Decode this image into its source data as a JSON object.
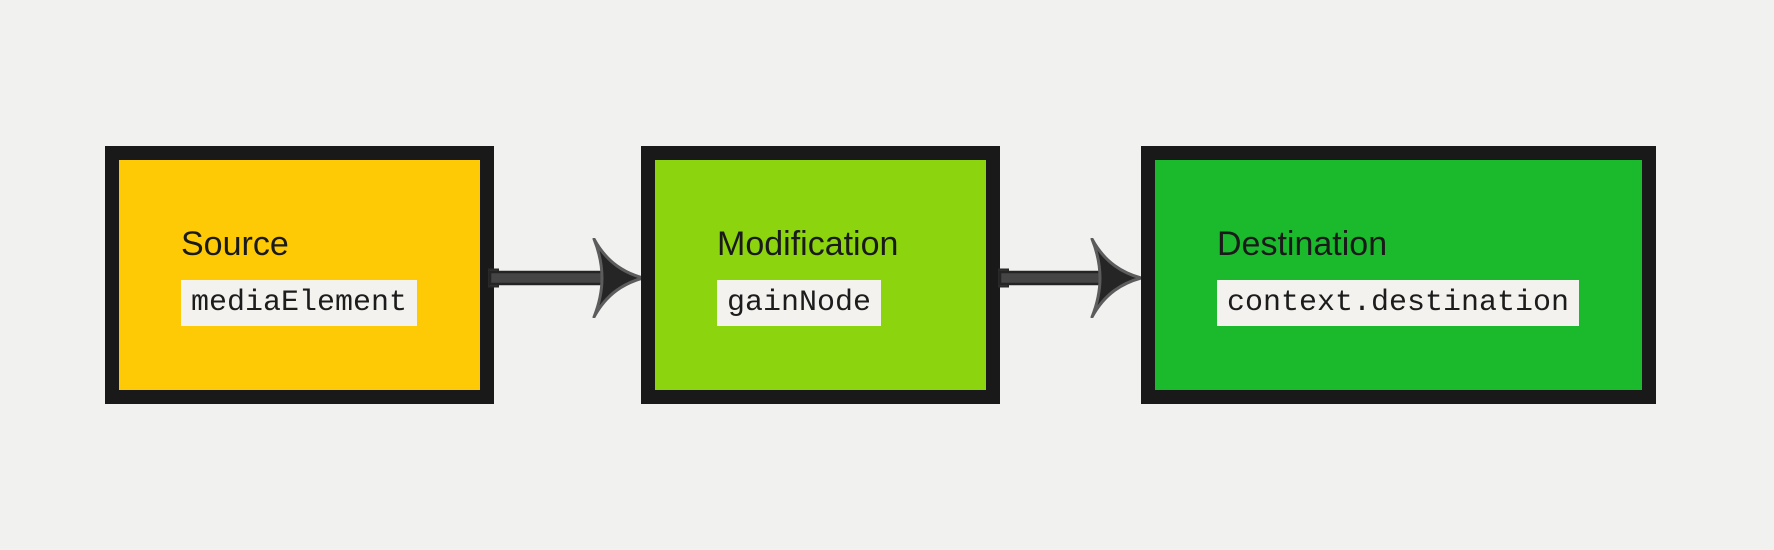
{
  "diagram": {
    "background_color": "#f1f1f0",
    "box_border_color": "#191919",
    "text_color": "#1a1a1a",
    "code_badge_background": "#f3f2ef",
    "arrow_shaft_color": "#454545",
    "arrow_head_color": "#252525",
    "arrow_outline_color": "#5c5c5c",
    "nodes": [
      {
        "label": "Source",
        "code": "mediaElement",
        "fill_color": "#fdca05"
      },
      {
        "label": "Modification",
        "code": "gainNode",
        "fill_color": "#8cd40e"
      },
      {
        "label": "Destination",
        "code": "context.destination",
        "fill_color": "#1aba2c"
      }
    ],
    "connectors": [
      {
        "from": "Source",
        "to": "Modification"
      },
      {
        "from": "Modification",
        "to": "Destination"
      }
    ]
  }
}
